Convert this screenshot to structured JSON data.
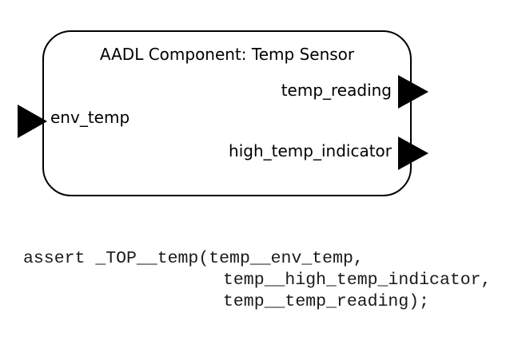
{
  "diagram": {
    "component_title": "AADL Component: Temp Sensor",
    "input_ports": [
      {
        "label": "env_temp"
      }
    ],
    "output_ports": [
      {
        "label": "temp_reading"
      },
      {
        "label": "high_temp_indicator"
      }
    ]
  },
  "code": {
    "lines": [
      "assert _TOP__temp(temp__env_temp,",
      "temp__high_temp_indicator,",
      "temp__temp_reading);"
    ]
  }
}
